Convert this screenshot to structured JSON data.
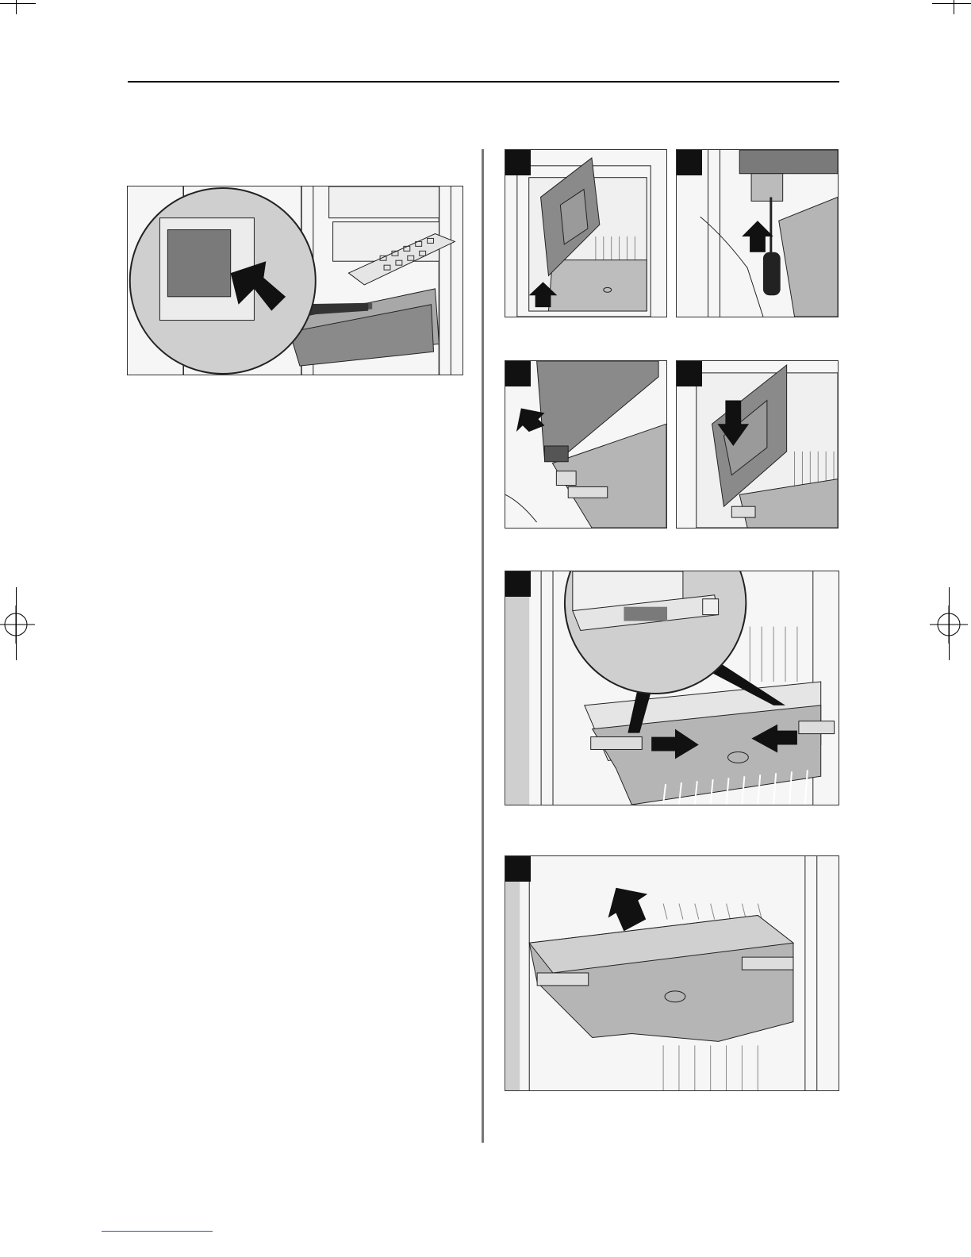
{
  "page": {
    "layout": "manual-page-illustrations",
    "colors": {
      "line": "#111111",
      "panel": "#f4f4f4",
      "gray": "#9b9b9b",
      "darkgray": "#595959",
      "divider": "#777777",
      "footer_rule": "#3a4fcc"
    }
  },
  "figures": [
    {
      "id": "fig-ice-tray-detail",
      "icon": "arrow-icon"
    },
    {
      "id": "fig-step-1",
      "icon": "arrow-up-icon"
    },
    {
      "id": "fig-step-2",
      "icon": "screwdriver-icon"
    },
    {
      "id": "fig-step-3",
      "icon": "arrow-up-left-icon"
    },
    {
      "id": "fig-step-4",
      "icon": "arrow-down-icon"
    },
    {
      "id": "fig-step-5",
      "icon": "arrows-inward-icon"
    },
    {
      "id": "fig-step-6",
      "icon": "arrow-up-left-icon"
    }
  ]
}
